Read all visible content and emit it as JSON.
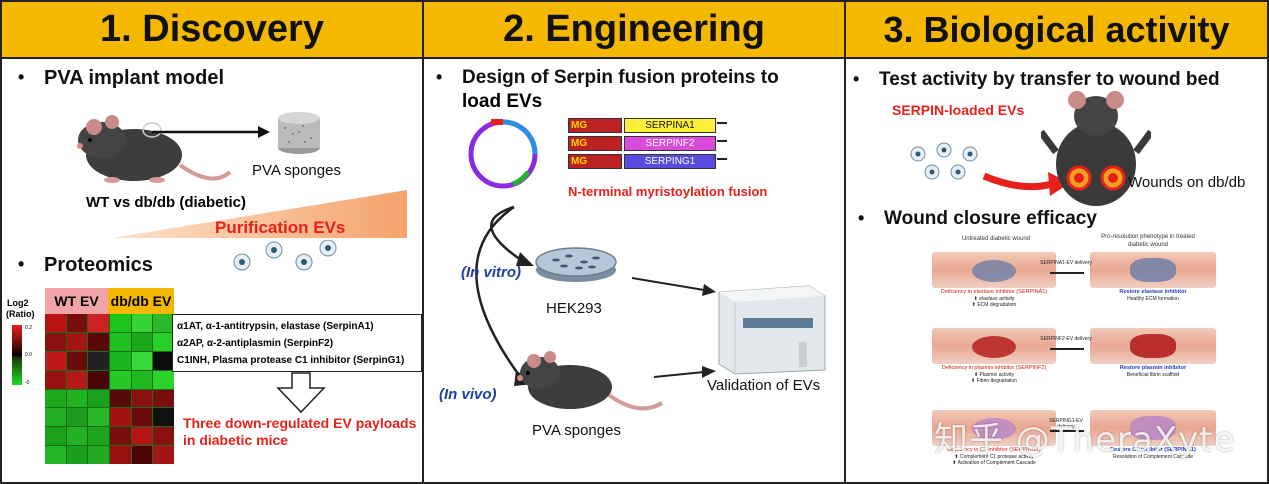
{
  "panel1": {
    "header": "1. Discovery",
    "bullet_model": "PVA implant model",
    "pva_sponges": "PVA sponges",
    "wt_vs_db": "WT vs db/db (diabetic)",
    "purification": "Purification EVs",
    "bullet_proteomics": "Proteomics",
    "heat_label_wt": "WT EV",
    "heat_label_db": "db/db EV",
    "log2": "Log2",
    "ratio": "(Ratio)",
    "scale_top": "0.2",
    "scale_mid": "0.0",
    "scale_bot": "-0",
    "proteins": [
      "α1AT, α-1-antitrypsin, elastase (SerpinA1)",
      "α2AP, α-2-antiplasmin (SerpinF2)",
      "C1INH, Plasma protease C1 inhibitor (SerpinG1)"
    ],
    "downreg_line1": "Three down-regulated EV payloads",
    "downreg_line2": "in diabetic mice",
    "heatmap_colors": [
      "#e8201c",
      "#3a0d0d",
      "#1ab51a",
      "#000000"
    ]
  },
  "panel2": {
    "header": "2. Engineering",
    "bullet_design_line1": "Design of Serpin fusion proteins to",
    "bullet_design_line2": "load EVs",
    "constructs": [
      {
        "tag": "MG",
        "name": "SERPINA1",
        "color": "#ffef3a"
      },
      {
        "tag": "MG",
        "name": "SERPINF2",
        "color": "#d94bd9"
      },
      {
        "tag": "MG",
        "name": "SERPING1",
        "color": "#5a4be0"
      }
    ],
    "fusion_label": "N-terminal myristoylation fusion",
    "in_vitro": "(In vitro)",
    "hek": "HEK293",
    "in_vivo": "(In vivo)",
    "pva_sponges": "PVA sponges",
    "validation": "Validation of EVs"
  },
  "panel3": {
    "header": "3. Biological activity",
    "bullet_test": "Test activity by transfer to wound bed",
    "serpin_loaded": "SERPIN-loaded EVs",
    "wounds": "Wounds on db/db",
    "bullet_closure": "Wound closure efficacy",
    "col_left": "Untreated diabetic wound",
    "col_right_line1": "Pro-resolution phenotype in treated",
    "col_right_line2": "diabetic wound",
    "rows": [
      {
        "delivery": "SERPINA1-EV delivery",
        "deficiency": "Deficiency in elastase inhibitor (SERPINA1)",
        "d1": "⬆ elastase activity",
        "d2": "⬆ ECM degradation",
        "restore": "Restore elastase inhibitor",
        "r1": "Healthy ECM formation"
      },
      {
        "delivery": "SERPINF2-EV delivery",
        "deficiency": "Deficiency in plasmin inhibitor (SERPINF2)",
        "d1": "⬆ Plasmin activity",
        "d2": "⬆ Fibrin degradation",
        "restore": "Restore plasmin inhibitor",
        "r1": "Beneficial fibrin scaffold"
      },
      {
        "delivery": "SERPING1-EV delivery",
        "deficiency": "Deficiency in C1 inhibitor (SERPING1)",
        "d1": "⬆ Complement C1 protease activity",
        "d2": "⬆ Activation of Complement Cascade",
        "restore": "Restore C1 inhibitor (SERPING1)",
        "r1": "Resolution of Complement Cascade"
      }
    ],
    "watermark": "知乎 @TheraXyte"
  }
}
